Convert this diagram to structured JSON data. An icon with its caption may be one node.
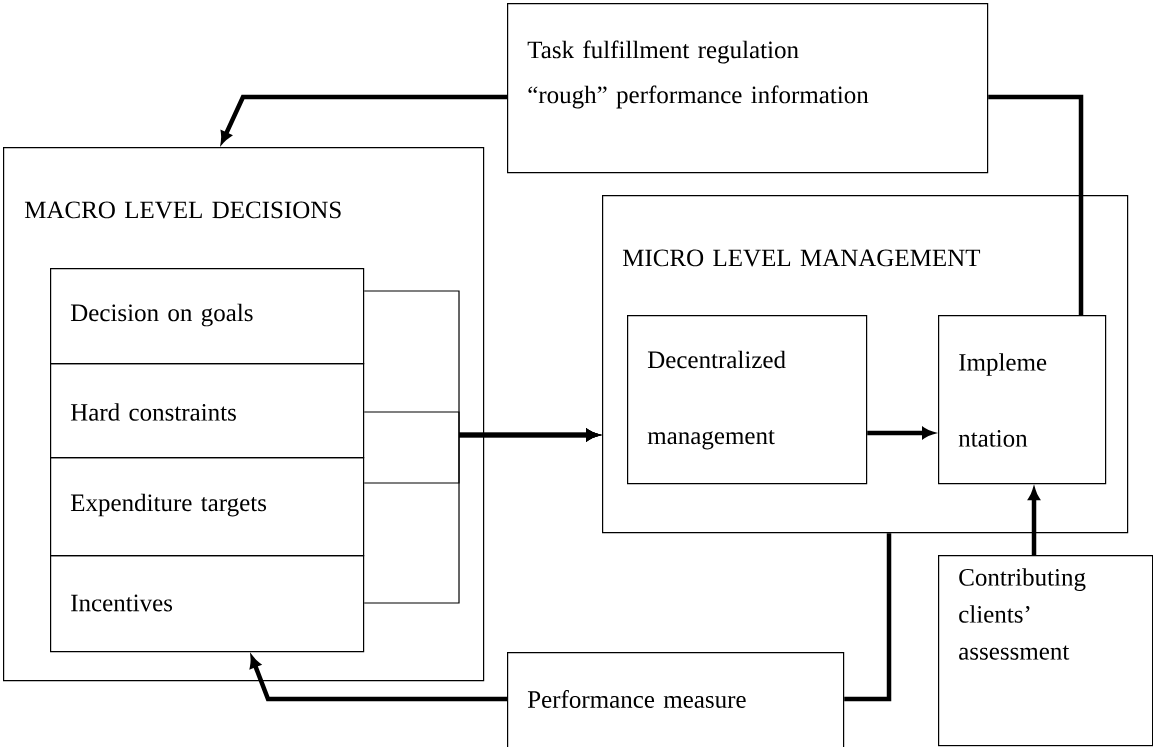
{
  "diagram": {
    "nodes": [
      {
        "text": [
          "Task fulfillment regulation",
          "“rough” performance information"
        ]
      },
      {
        "text": [
          "MACRO LEVEL DECISIONS"
        ]
      },
      {
        "text": [
          "Decision on goals"
        ],
        "in": 1
      },
      {
        "text": [
          "Hard constraints"
        ],
        "in": 1
      },
      {
        "text": [
          "Expenditure targets"
        ],
        "in": 1
      },
      {
        "text": [
          "Incentives"
        ],
        "in": 1
      },
      {
        "text": [
          "MICRO LEVEL MANAGEMENT"
        ]
      },
      {
        "text": [
          "Decentralized management"
        ],
        "in": 6
      },
      {
        "text": [
          "Impleme ntation"
        ],
        "in": 6
      },
      {
        "text": [
          "Contributing clients’ assessment"
        ]
      },
      {
        "text": [
          "Performance measure"
        ]
      }
    ],
    "edges": [
      {
        "from": 0,
        "to": 1,
        "arrow": "to"
      },
      {
        "from": 8,
        "to": 0,
        "arrow": "none"
      },
      {
        "from": 2,
        "to": 6,
        "arrow": "to"
      },
      {
        "from": 3,
        "to": 6,
        "arrow": "to"
      },
      {
        "from": 4,
        "to": 6,
        "arrow": "to"
      },
      {
        "from": 5,
        "to": 6,
        "arrow": "to"
      },
      {
        "from": 7,
        "to": 8,
        "arrow": "to"
      },
      {
        "from": 9,
        "to": 8,
        "arrow": "to"
      },
      {
        "from": 6,
        "to": 10,
        "arrow": "none"
      },
      {
        "from": 10,
        "to": 5,
        "arrow": "to"
      }
    ]
  }
}
